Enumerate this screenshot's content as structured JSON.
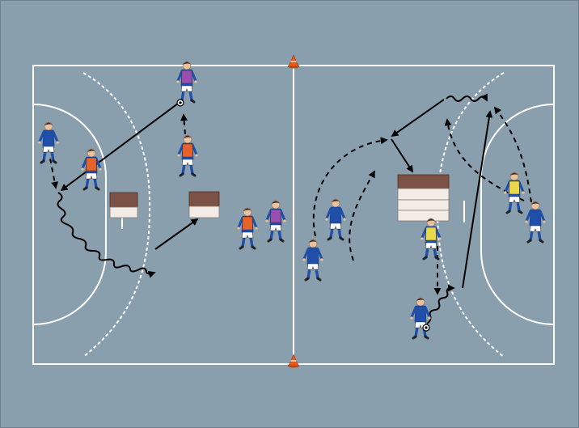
{
  "diagram": {
    "colors": {
      "background": "#8a9fae",
      "court_line": "#ffffff",
      "arrow": "#000000",
      "jersey_blue": "#1f4fa8",
      "bib_purple": "#9a4fb0",
      "bib_orange": "#e5622a",
      "bib_yellow": "#e8d84a",
      "box_top": "#7b5245",
      "box_side": "#f2ebe6",
      "cone": "#e85a1a"
    },
    "players": [
      {
        "label": "player-purple-bib-top-left",
        "bib": "purple",
        "has_ball": true
      },
      {
        "label": "player-left-goal-area",
        "bib": "none",
        "has_ball": false
      },
      {
        "label": "player-orange-bib-left",
        "bib": "orange",
        "has_ball": false
      },
      {
        "label": "player-orange-bib-center-left",
        "bib": "orange",
        "has_ball": false
      },
      {
        "label": "player-orange-bib-midcourt",
        "bib": "orange",
        "has_ball": false
      },
      {
        "label": "player-purple-bib-midcourt",
        "bib": "purple",
        "has_ball": false
      },
      {
        "label": "player-blue-right-half-1",
        "bib": "none",
        "has_ball": false
      },
      {
        "label": "player-blue-right-half-2",
        "bib": "none",
        "has_ball": false
      },
      {
        "label": "player-yellow-bib-center-right",
        "bib": "yellow",
        "has_ball": false
      },
      {
        "label": "player-blue-bottom-right-with-ball",
        "bib": "none",
        "has_ball": true
      },
      {
        "label": "player-yellow-bib-right-goal",
        "bib": "yellow",
        "has_ball": false
      },
      {
        "label": "player-blue-right-goal",
        "bib": "none",
        "has_ball": false
      }
    ],
    "boxes": [
      {
        "label": "small-box-left",
        "tiers": 2
      },
      {
        "label": "small-box-center",
        "tiers": 2
      },
      {
        "label": "large-box-right",
        "tiers": 4
      }
    ],
    "cones": [
      "top",
      "bottom"
    ]
  }
}
